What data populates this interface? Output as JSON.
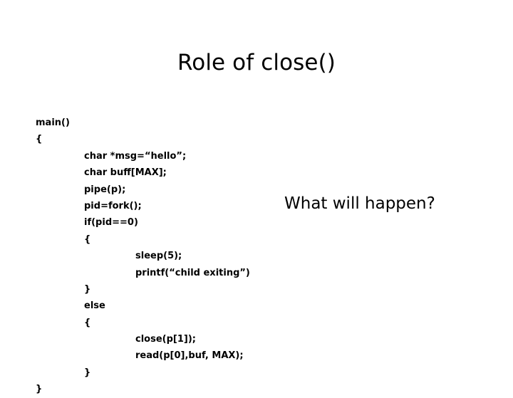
{
  "slide": {
    "title": "Role of close()",
    "background_color": "#ffffff",
    "text_color": "#000000"
  },
  "code": {
    "language": "c",
    "lines": [
      {
        "indent": 0,
        "text": "main()"
      },
      {
        "indent": 0,
        "text": "{"
      },
      {
        "indent": 1,
        "text": "char *msg=“hello”;"
      },
      {
        "indent": 1,
        "text": "char buff[MAX];"
      },
      {
        "indent": 1,
        "text": "pipe(p);"
      },
      {
        "indent": 1,
        "text": "pid=fork();"
      },
      {
        "indent": 1,
        "text": "if(pid==0)"
      },
      {
        "indent": 1,
        "text": "{"
      },
      {
        "indent": 2,
        "text": "sleep(5);"
      },
      {
        "indent": 2,
        "text": "printf(“child exiting”)"
      },
      {
        "indent": 1,
        "text": "}"
      },
      {
        "indent": 1,
        "text": "else"
      },
      {
        "indent": 1,
        "text": "{"
      },
      {
        "indent": 2,
        "text": "close(p[1]);"
      },
      {
        "indent": 2,
        "text": "read(p[0],buf, MAX);"
      },
      {
        "indent": 1,
        "text": "}"
      },
      {
        "indent": 0,
        "text": "}"
      }
    ]
  },
  "callout": {
    "question": "What will happen?"
  }
}
